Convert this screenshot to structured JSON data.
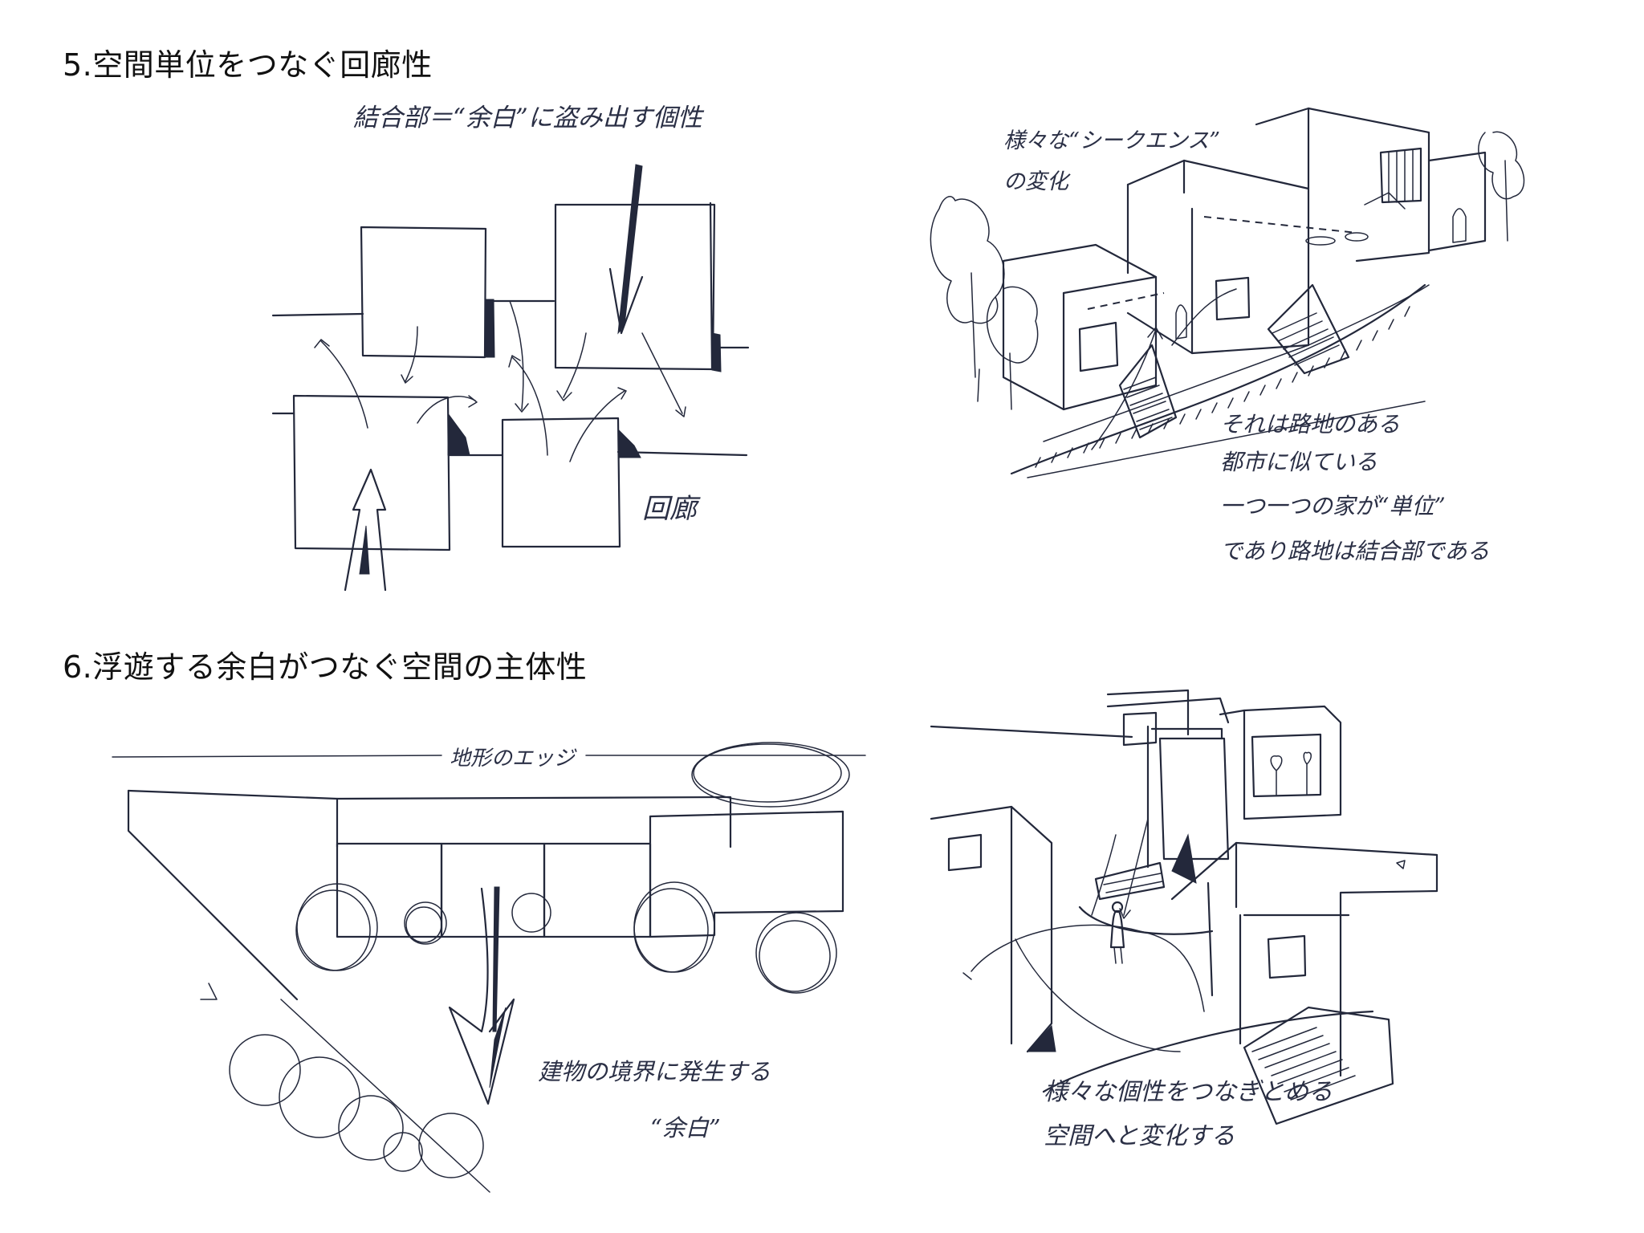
{
  "section5": {
    "title": "5.空間単位をつなぐ回廊性",
    "sketch_a": {
      "caption": "結合部＝“余白”に盗み出す個性",
      "corridor_label": "回廊"
    },
    "sketch_b": {
      "note_sequence": [
        "様々な“シークエンス”",
        "の変化"
      ],
      "note_body": [
        "それは路地のある",
        "都市に似ている",
        "一つ一つの家が“単位”",
        "であり路地は結合部である"
      ]
    }
  },
  "section6": {
    "title": "6.浮遊する余白がつなぐ空間の主体性",
    "sketch_c": {
      "edge_label": "地形のエッジ",
      "note": [
        "建物の境界に発生する",
        "“余白”"
      ]
    },
    "sketch_d": {
      "note": [
        "様々な個性をつなぎとめる",
        "空間へと変化する"
      ]
    }
  },
  "colors": {
    "ink": "#23283b",
    "background": "#ffffff"
  }
}
